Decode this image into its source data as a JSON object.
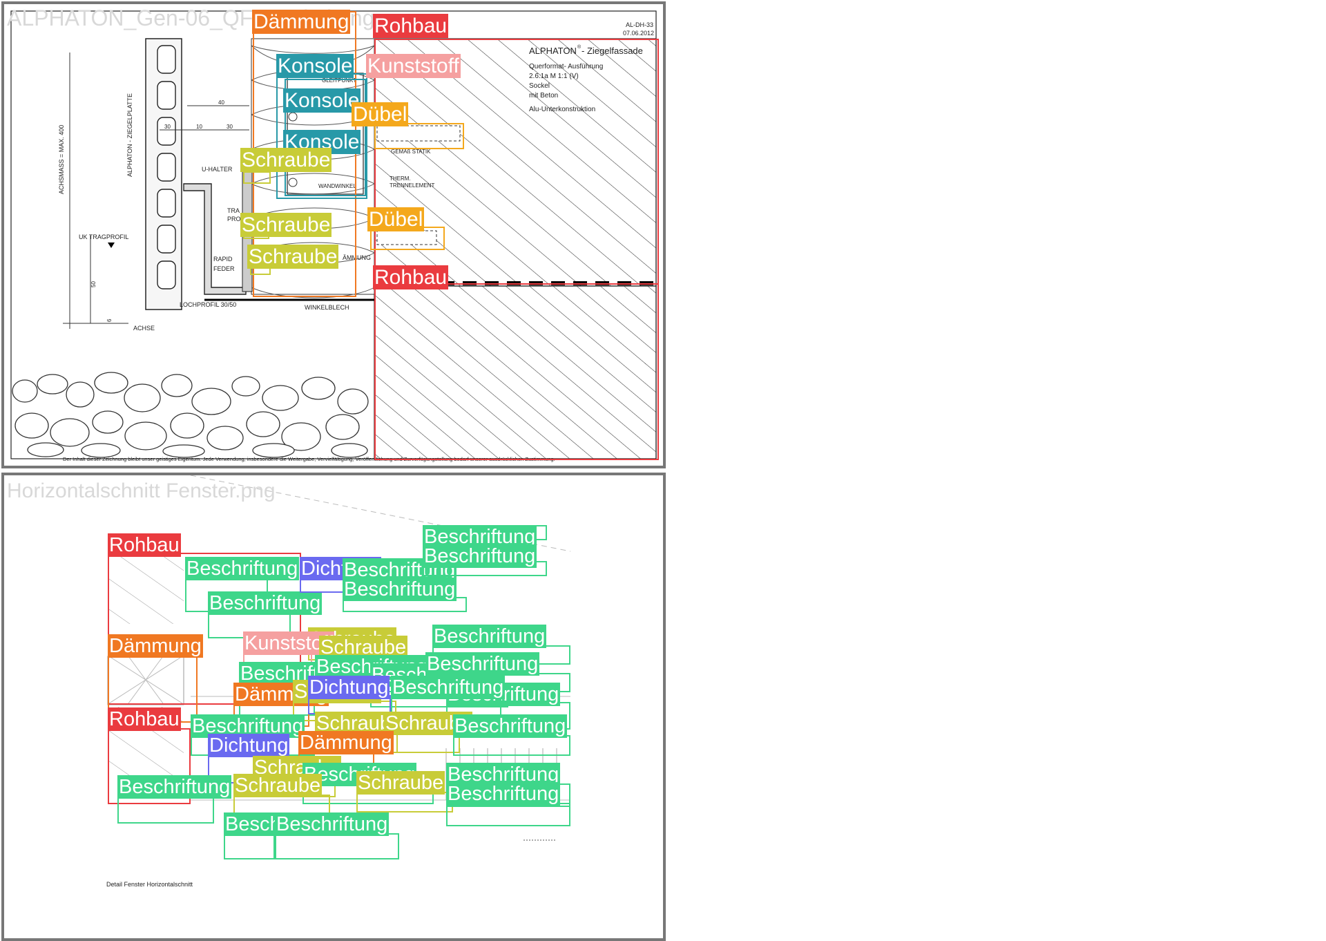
{
  "colors": {
    "Rohbau": "#ea3b3f",
    "Dämmung": "#f07822",
    "Konsole": "#2899a8",
    "Kunststoff": "#f5a0a0",
    "Dübel": "#f4a81c",
    "Schraube": "#c8cc38",
    "Beschriftung": "#3ed68a",
    "Dichtung": "#6a6af0"
  },
  "panel1": {
    "filename": "ALPHATON_Gen-06_QF_Sockel.png",
    "drawing_texts": {
      "code": "AL-DH-33",
      "date": "07.06.2012",
      "brand": "ALPHATON",
      "reg": "®",
      "title": " - Ziegelfassade",
      "line1": "Querformat- Ausführung",
      "line2": "2.6.1a   M 1:1 (V)",
      "line3": "Sockel",
      "line4": "mit Beton",
      "line5": "Alu-Unterkonstruktion",
      "gleitpunkt": "GLEITPUNKT",
      "gemas": "GEMÄß STATIK",
      "therm1": "THERM.",
      "therm2": "TRENNELEMENT",
      "wandwinkel": "WANDWINKEL",
      "uhalter": "U-HALTER",
      "tragprofil": "UK TRAGPROFIL",
      "rapid": "RAPID",
      "feder": "FEDER",
      "lochprofil": "LOCHPROFIL 30/50",
      "winkelblech": "WINKELBLECH",
      "achse": "ACHSE",
      "achsmass": "ACHSMASS = MAX. 400",
      "ziegelplatte": "ALPHATON - ZIEGELPLATTE",
      "dim40": "40",
      "dim30a": "30",
      "dim10": "10",
      "dim30b": "30",
      "dim50": "50",
      "dim6": "6",
      "tra": "TRA",
      "pro": "PRO",
      "dammung_frag": "ÄMMUNG",
      "footer": "Der Inhalt dieser Zeichnung bleibt unser geistiges Eigentum. Jede Verwendung, insbesondere die Weitergabe, Vervielfältigung, Veröffentlichung und Zurverfügungstellung bedarf unserer ausdrücklichen Zustimmung."
    },
    "annotations": [
      {
        "label": "Dämmung",
        "cls": "Dämmung"
      },
      {
        "label": "Rohbau",
        "cls": "Rohbau"
      },
      {
        "label": "Konsole",
        "cls": "Konsole"
      },
      {
        "label": "Kunststoff",
        "cls": "Kunststoff"
      },
      {
        "label": "Konsole",
        "cls": "Konsole"
      },
      {
        "label": "Dübel",
        "cls": "Dübel"
      },
      {
        "label": "Konsole",
        "cls": "Konsole"
      },
      {
        "label": "Schraube",
        "cls": "Schraube"
      },
      {
        "label": "Schraube",
        "cls": "Schraube"
      },
      {
        "label": "Dübel",
        "cls": "Dübel"
      },
      {
        "label": "Schraube",
        "cls": "Schraube"
      },
      {
        "label": "Rohbau",
        "cls": "Rohbau"
      }
    ]
  },
  "panel2": {
    "filename": "Horizontalschnitt Fenster.png",
    "drawing_texts": {
      "caption": "Detail Fenster Horizontalschnitt"
    },
    "annotations": [
      {
        "label": "Rohbau",
        "cls": "Rohbau"
      },
      {
        "label": "Beschriftung",
        "cls": "Beschriftung"
      },
      {
        "label": "Beschriftung",
        "cls": "Beschriftung"
      },
      {
        "label": "Beschriftung",
        "cls": "Beschriftung"
      },
      {
        "label": "Dichtung",
        "cls": "Dichtung"
      },
      {
        "label": "Beschriftung",
        "cls": "Beschriftung"
      },
      {
        "label": "Beschriftung",
        "cls": "Beschriftung"
      },
      {
        "label": "Beschriftung",
        "cls": "Beschriftung"
      },
      {
        "label": "Schraube",
        "cls": "Schraube"
      },
      {
        "label": "Beschriftung",
        "cls": "Beschriftung"
      },
      {
        "label": "Dämmung",
        "cls": "Dämmung"
      },
      {
        "label": "Kunststoff",
        "cls": "Kunststoff"
      },
      {
        "label": "Schraube",
        "cls": "Schraube"
      },
      {
        "label": "Beschriftung",
        "cls": "Beschriftung"
      },
      {
        "label": "Beschriftung",
        "cls": "Beschriftung"
      },
      {
        "label": "Beschriftung",
        "cls": "Beschriftung"
      },
      {
        "label": "Beschriftung",
        "cls": "Beschriftung"
      },
      {
        "label": "Beschriftung",
        "cls": "Beschriftung"
      },
      {
        "label": "Dämmung",
        "cls": "Dämmung"
      },
      {
        "label": "Schraube",
        "cls": "Schraube"
      },
      {
        "label": "Dichtung",
        "cls": "Dichtung"
      },
      {
        "label": "Beschriftung",
        "cls": "Beschriftung"
      },
      {
        "label": "Rohbau",
        "cls": "Rohbau"
      },
      {
        "label": "Beschriftung",
        "cls": "Beschriftung"
      },
      {
        "label": "Schraube",
        "cls": "Schraube"
      },
      {
        "label": "Schraube",
        "cls": "Schraube"
      },
      {
        "label": "Beschriftung",
        "cls": "Beschriftung"
      },
      {
        "label": "Dichtung",
        "cls": "Dichtung"
      },
      {
        "label": "Dämmung",
        "cls": "Dämmung"
      },
      {
        "label": "Schraube",
        "cls": "Schraube"
      },
      {
        "label": "Beschriftung",
        "cls": "Beschriftung"
      },
      {
        "label": "Schraube",
        "cls": "Schraube"
      },
      {
        "label": "Beschriftung",
        "cls": "Beschriftung"
      },
      {
        "label": "Beschriftung",
        "cls": "Beschriftung"
      },
      {
        "label": "Beschriftung",
        "cls": "Beschriftung"
      },
      {
        "label": "Schraube",
        "cls": "Schraube"
      },
      {
        "label": "Beschriftung",
        "cls": "Beschriftung"
      },
      {
        "label": "Beschriftung",
        "cls": "Beschriftung"
      }
    ]
  }
}
